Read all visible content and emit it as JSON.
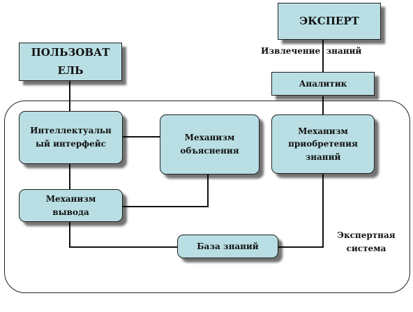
{
  "diagram": {
    "nodes": {
      "expert": "ЭКСПЕРТ",
      "user": "ПОЛЬЗОВАТ\nЕЛЬ",
      "analyst": "Аналитик",
      "interface": "Интеллектуальн\nый интерфейс",
      "explanation": "Механизм\nобъяснения",
      "acquisition": "Механизм\nприобретения\nзнаний",
      "inference": "Механизм\nвывода",
      "knowledge_base": "База знаний"
    },
    "labels": {
      "extraction": "Извлечение  знаний",
      "expert_system": "Экспертная\nсистема"
    },
    "colors": {
      "box_fill": "#b9dfe4",
      "outline": "#1f1f1f"
    }
  }
}
